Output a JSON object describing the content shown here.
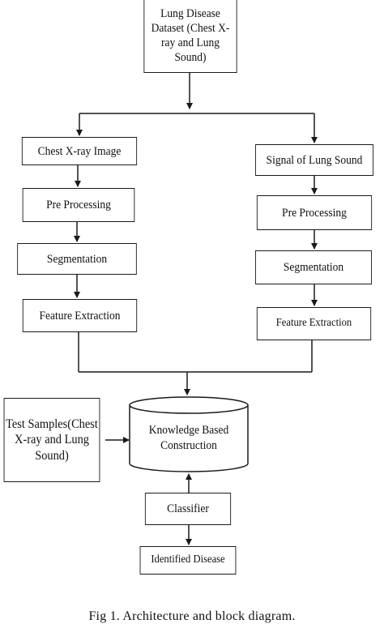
{
  "nodes": {
    "dataset": "Lung Disease Dataset (Chest X-ray and Lung Sound)",
    "xray_image": "Chest X-ray Image",
    "xray_preprocessing": "Pre Processing",
    "xray_segmentation": "Segmentation",
    "xray_feature_extraction": "Feature Extraction",
    "sound_signal": "Signal of Lung Sound",
    "sound_preprocessing": "Pre Processing",
    "sound_segmentation": "Segmentation",
    "sound_feature_extraction": "Feature Extraction",
    "test_samples": "Test Samples(Chest X-ray and Lung Sound)",
    "knowledge_base": "Knowledge Based Construction",
    "classifier": "Classifier",
    "identified_disease": "Identified Disease"
  },
  "caption": "Fig 1.  Architecture and block diagram."
}
